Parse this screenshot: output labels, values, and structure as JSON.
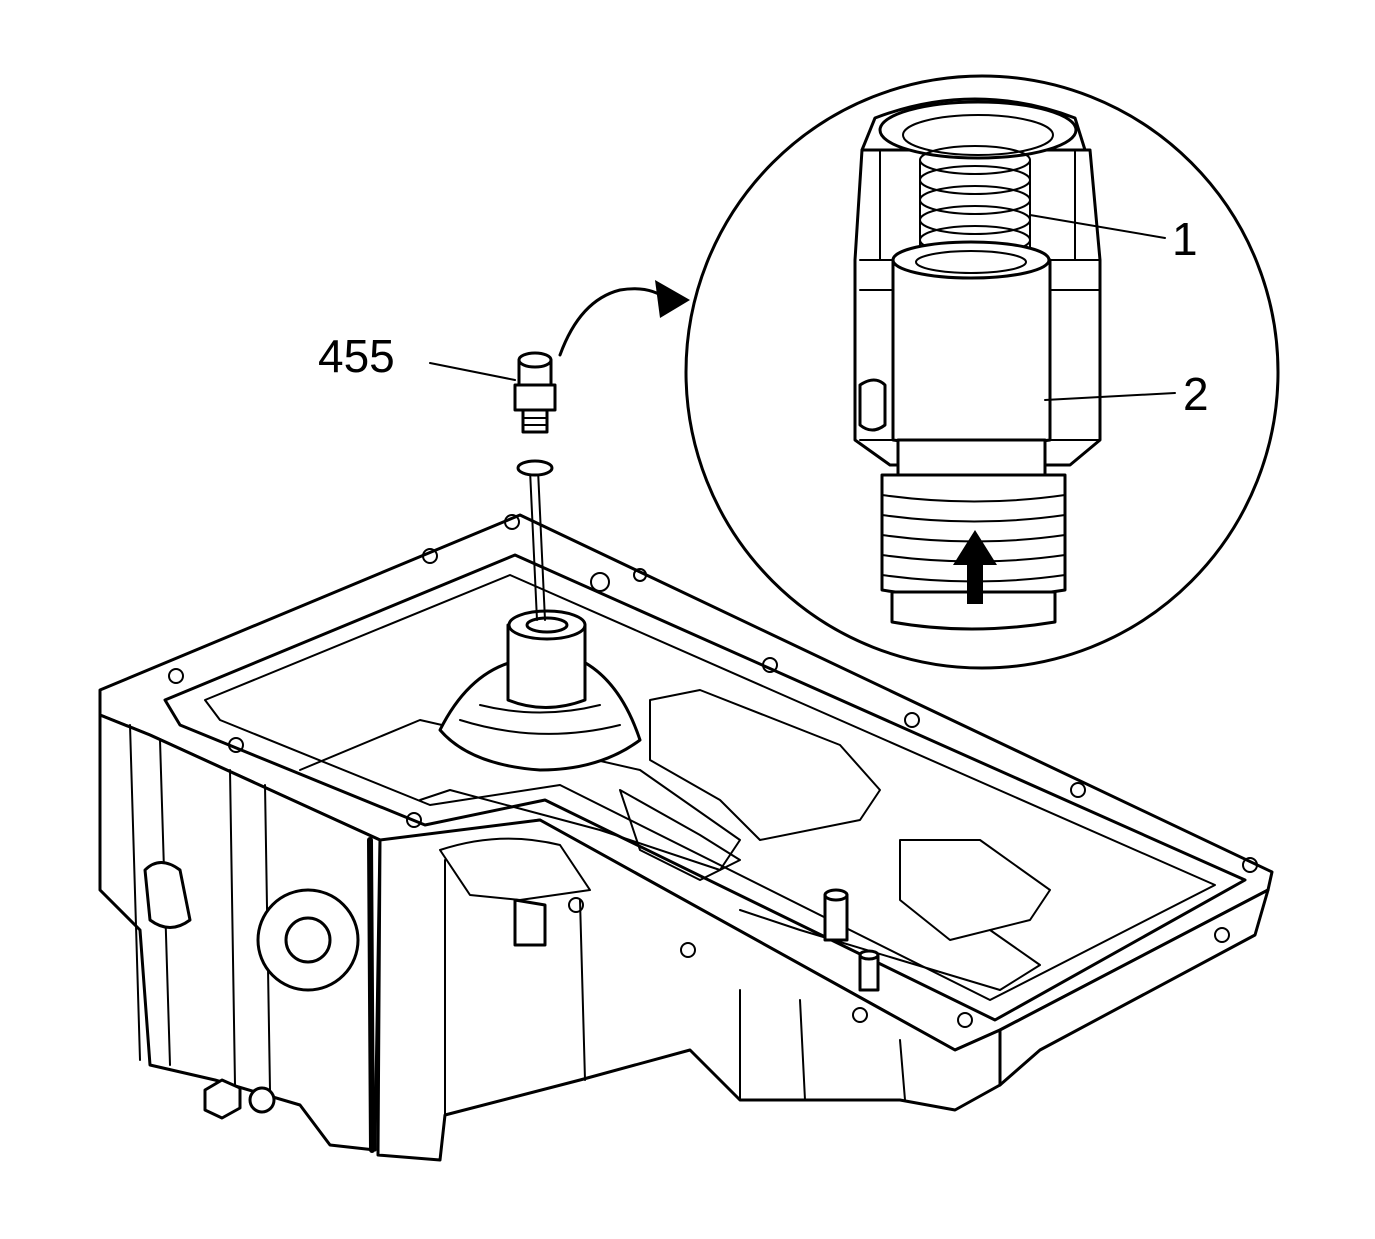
{
  "callouts": {
    "part_455": "455",
    "part_1": "1",
    "part_2": "2"
  },
  "colors": {
    "line": "#000000",
    "background": "#ffffff"
  }
}
